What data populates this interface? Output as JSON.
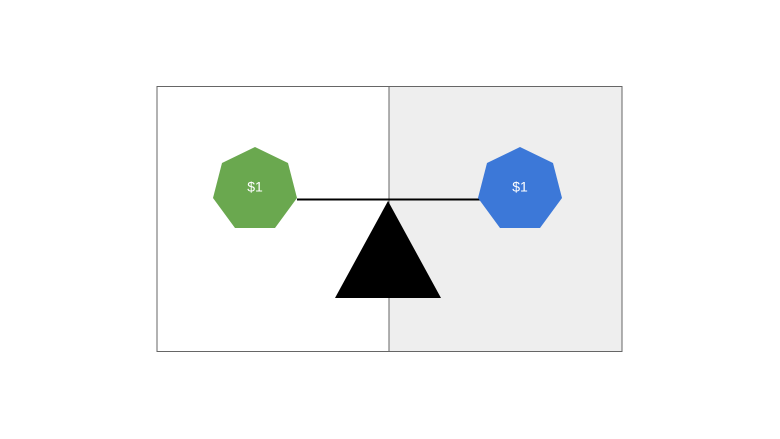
{
  "diagram": {
    "left_panel": {
      "background": "#ffffff"
    },
    "right_panel": {
      "background": "#eeeeee"
    },
    "left_item": {
      "shape": "heptagon",
      "color": "#6aa84f",
      "label": "$1"
    },
    "right_item": {
      "shape": "heptagon",
      "color": "#3c78d8",
      "label": "$1"
    },
    "fulcrum": {
      "shape": "triangle",
      "color": "#000000"
    },
    "beam": {
      "color": "#000000"
    },
    "border_color": "#666666"
  }
}
